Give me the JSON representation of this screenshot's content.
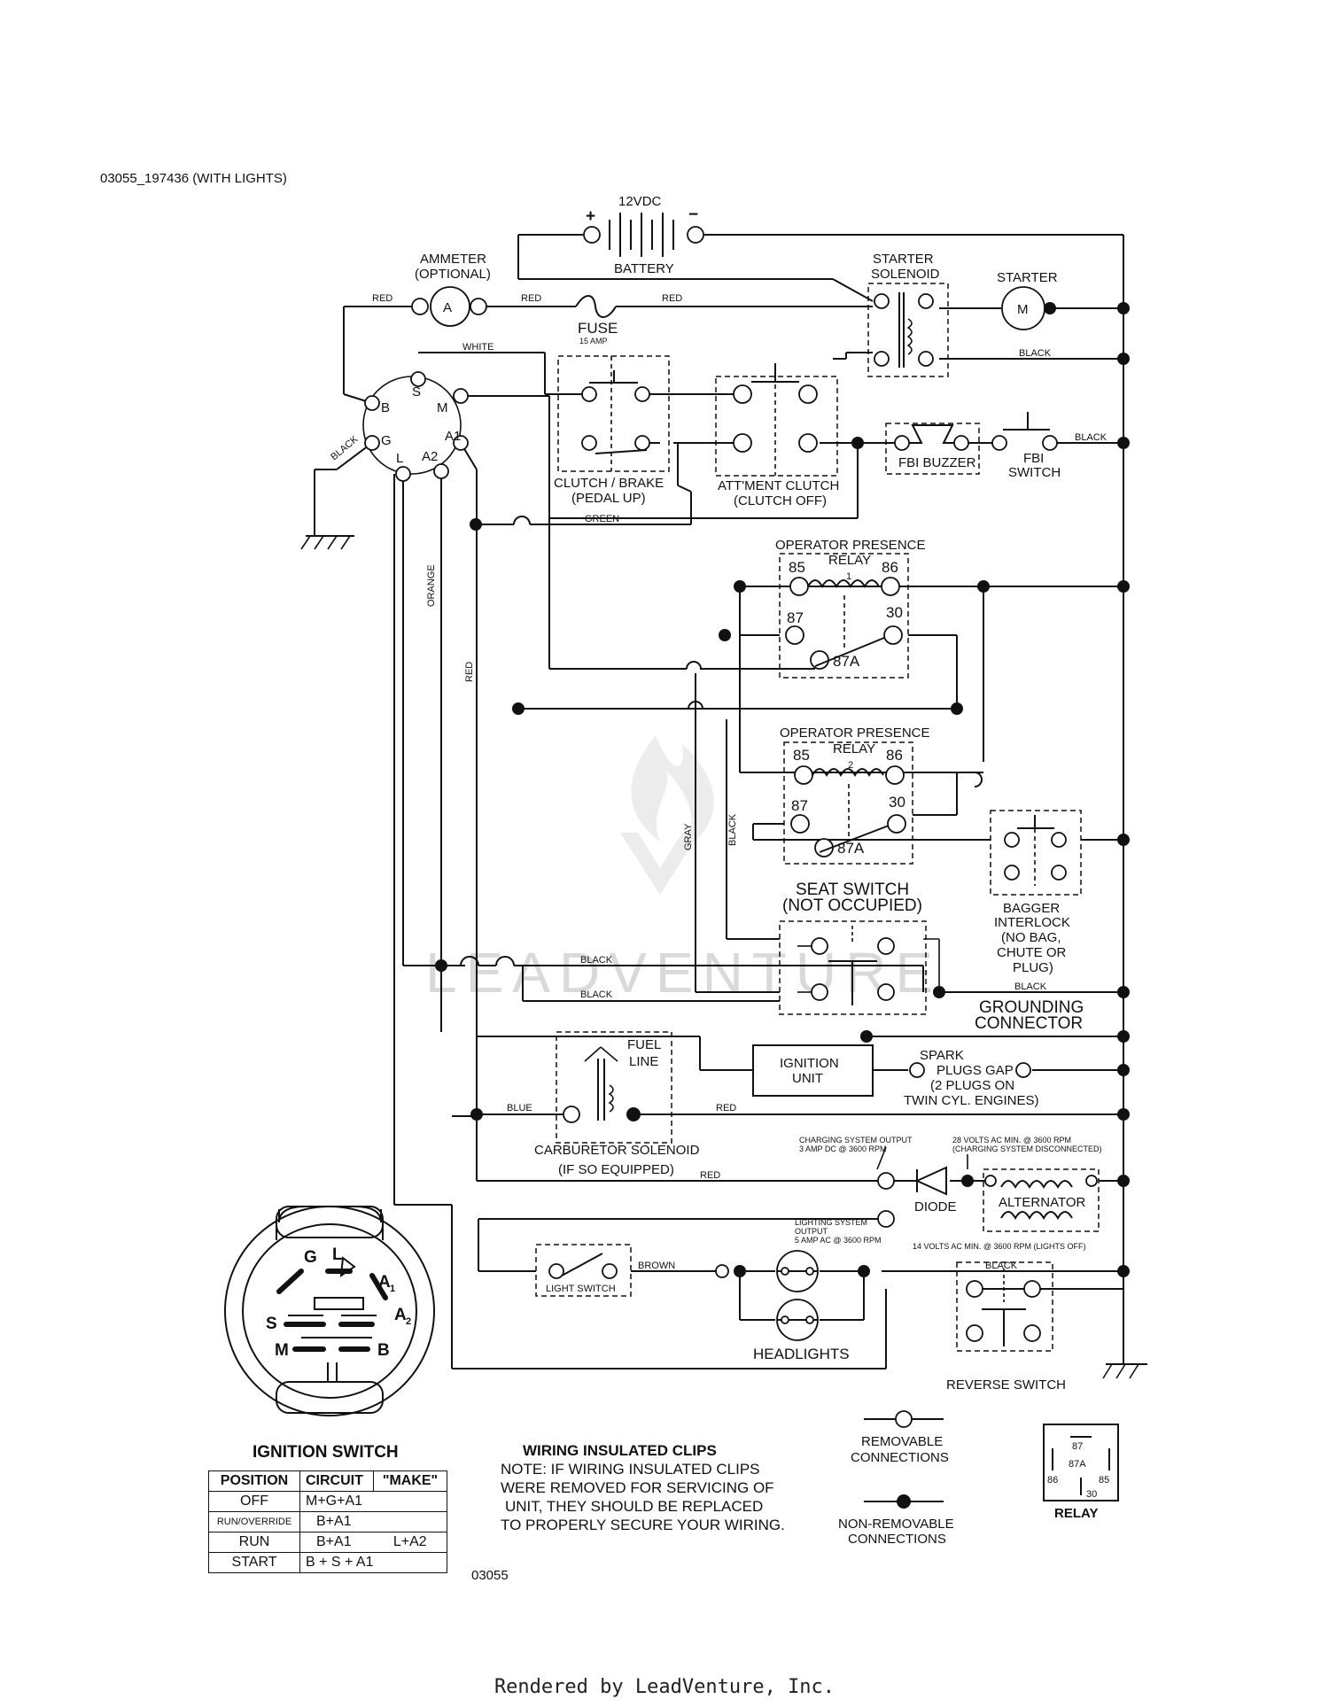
{
  "header": {
    "model_code": "03055_197436 (WITH LIGHTS)"
  },
  "battery": {
    "voltage": "12VDC",
    "label": "BATTERY",
    "plus": "+",
    "minus": "−"
  },
  "ammeter": {
    "label": "AMMETER",
    "optional": "(OPTIONAL)",
    "symbol": "A"
  },
  "fuse": {
    "label": "FUSE",
    "rating": "15 AMP"
  },
  "starter_solenoid": {
    "line1": "STARTER",
    "line2": "SOLENOID"
  },
  "starter": {
    "label": "STARTER",
    "symbol": "M"
  },
  "ignition_terminals": {
    "s": "S",
    "b": "B",
    "m": "M",
    "g": "G",
    "l": "L",
    "a2": "A2",
    "a1": "A1"
  },
  "wires": {
    "red": "RED",
    "white": "WHITE",
    "black": "BLACK",
    "green": "GREEN",
    "orange": "ORANGE",
    "gray": "GRAY",
    "blue": "BLUE",
    "brown": "BROWN"
  },
  "clutch_brake": {
    "line1": "CLUTCH / BRAKE",
    "line2": "(PEDAL UP)"
  },
  "attachment_clutch": {
    "line1": "ATT'MENT CLUTCH",
    "line2": "(CLUTCH OFF)"
  },
  "fbi": {
    "buzzer": "FBI BUZZER",
    "switch1": "FBI",
    "switch2": "SWITCH"
  },
  "relay1": {
    "line1": "OPERATOR PRESENCE",
    "line2": "RELAY",
    "num": "1",
    "t85": "85",
    "t86": "86",
    "t87": "87",
    "t30": "30",
    "t87a": "87A"
  },
  "relay2": {
    "line1": "OPERATOR PRESENCE",
    "line2": "RELAY",
    "num": "2",
    "t85": "85",
    "t86": "86",
    "t87": "87",
    "t30": "30",
    "t87a": "87A"
  },
  "seat_switch": {
    "line1": "SEAT SWITCH",
    "line2": "(NOT OCCUPIED)"
  },
  "bagger_interlock": {
    "l1": "BAGGER",
    "l2": "INTERLOCK",
    "l3": "(NO BAG,",
    "l4": "CHUTE OR",
    "l5": "PLUG)"
  },
  "grounding_connector": {
    "line1": "GROUNDING",
    "line2": "CONNECTOR"
  },
  "fuel_line": {
    "line1": "FUEL",
    "line2": "LINE"
  },
  "ignition_unit": {
    "line1": "IGNITION",
    "line2": "UNIT"
  },
  "spark": {
    "l1": "SPARK",
    "l2": "PLUGS GAP",
    "l3": "(2 PLUGS ON",
    "l4": "TWIN CYL. ENGINES)"
  },
  "carburetor_solenoid": {
    "line1": "CARBURETOR SOLENOID",
    "line2": "(IF SO EQUIPPED)"
  },
  "charging": {
    "output1": "CHARGING SYSTEM OUTPUT",
    "output2": "3 AMP DC @ 3600 RPM",
    "ac1": "28 VOLTS AC MIN. @ 3600 RPM",
    "ac2": "(CHARGING SYSTEM DISCONNECTED)",
    "diode": "DIODE",
    "alternator": "ALTERNATOR"
  },
  "lighting": {
    "l1": "LIGHTING SYSTEM",
    "l2": "OUTPUT",
    "l3": "5 AMP AC @ 3600 RPM",
    "ac": "14 VOLTS AC MIN. @ 3600 RPM (LIGHTS OFF)",
    "switch": "LIGHT SWITCH",
    "headlights": "HEADLIGHTS"
  },
  "reverse_switch": {
    "label": "REVERSE SWITCH"
  },
  "ignition_switch": {
    "title": "IGNITION SWITCH",
    "face_labels": {
      "g": "G",
      "l": "L",
      "a1": "A",
      "a1_sub": "1",
      "a2": "A",
      "a2_sub": "2",
      "s": "S",
      "m": "M",
      "b": "B"
    },
    "table": {
      "headers": [
        "POSITION",
        "CIRCUIT",
        "\"MAKE\""
      ],
      "rows": [
        [
          "OFF",
          "M+G+A1",
          ""
        ],
        [
          "RUN/OVERRIDE",
          "B+A1",
          ""
        ],
        [
          "RUN",
          "B+A1",
          "L+A2"
        ],
        [
          "START",
          "B + S + A1",
          ""
        ]
      ]
    }
  },
  "notes": {
    "title": "WIRING INSULATED CLIPS",
    "l1": "NOTE: IF WIRING INSULATED CLIPS",
    "l2": "WERE REMOVED FOR SERVICING OF",
    "l3": "UNIT, THEY SHOULD BE REPLACED",
    "l4": "TO PROPERLY SECURE YOUR WIRING.",
    "code": "03055"
  },
  "legend": {
    "removable1": "REMOVABLE",
    "removable2": "CONNECTIONS",
    "nonremovable1": "NON-REMOVABLE",
    "nonremovable2": "CONNECTIONS",
    "relay": "RELAY",
    "r87": "87",
    "r87a": "87A",
    "r86": "86",
    "r85": "85",
    "r30": "30"
  },
  "watermark": "LEADVENTURE",
  "footer": "Rendered by LeadVenture, Inc."
}
